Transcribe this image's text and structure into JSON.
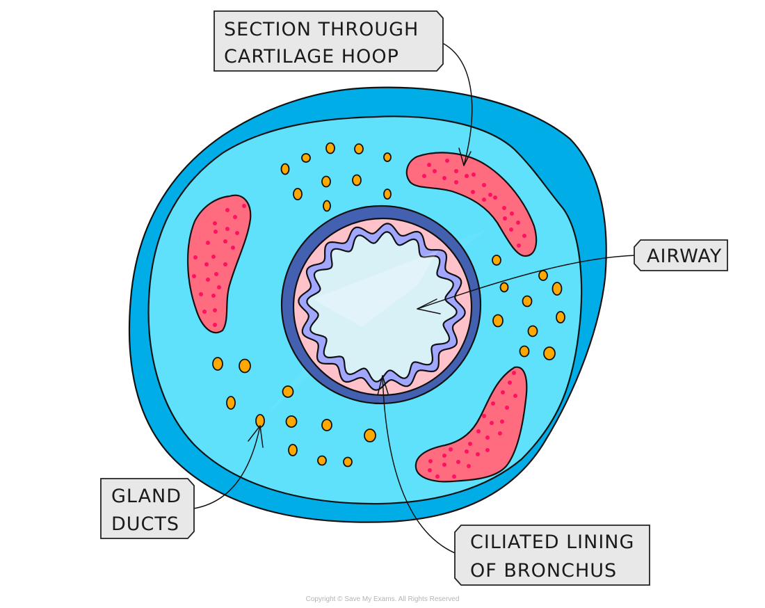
{
  "diagram": {
    "title": "Transverse section of a bronchus",
    "colors": {
      "outer_layer": "#00ADE7",
      "tissue": "#5FE1FC",
      "cartilage": "#FF6B7F",
      "cartilage_dots": "#FF1060",
      "gland": "#FFA800",
      "muscle_ring": "#4361B0",
      "lamina": "#FFC2CB",
      "epithelium": "#A1A6FF",
      "lumen": "#D8F1F7",
      "label_fill": "#E8E8E8"
    },
    "labels": [
      {
        "id": "cartilage",
        "lines": [
          "SECTION  THROUGH",
          "CARTILAGE  HOOP"
        ]
      },
      {
        "id": "airway",
        "lines": [
          "AIRWAY"
        ]
      },
      {
        "id": "gland",
        "lines": [
          "GLAND",
          "DUCTS"
        ]
      },
      {
        "id": "cilia",
        "lines": [
          "CILIATED  LINING",
          "OF  BRONCHUS"
        ]
      }
    ],
    "copyright": "Copyright © Save My Exams. All Rights Reserved"
  }
}
